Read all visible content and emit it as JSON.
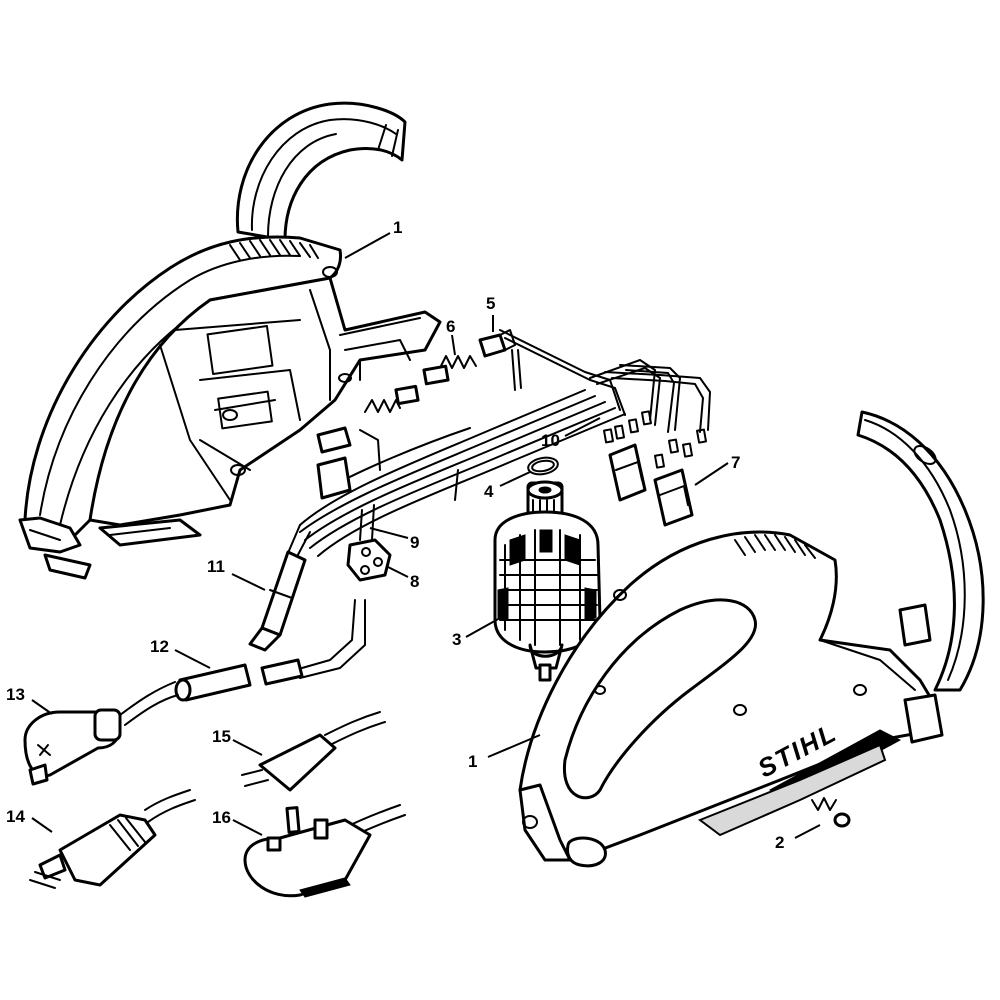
{
  "brand": "STIHL",
  "callouts": [
    {
      "id": "c1a",
      "label": "1"
    },
    {
      "id": "c1b",
      "label": "1"
    },
    {
      "id": "c2",
      "label": "2"
    },
    {
      "id": "c3",
      "label": "3"
    },
    {
      "id": "c4",
      "label": "4"
    },
    {
      "id": "c5",
      "label": "5"
    },
    {
      "id": "c6",
      "label": "6"
    },
    {
      "id": "c7",
      "label": "7"
    },
    {
      "id": "c8",
      "label": "8"
    },
    {
      "id": "c9",
      "label": "9"
    },
    {
      "id": "c10",
      "label": "10"
    },
    {
      "id": "c11",
      "label": "11"
    },
    {
      "id": "c12",
      "label": "12"
    },
    {
      "id": "c13",
      "label": "13"
    },
    {
      "id": "c14",
      "label": "14"
    },
    {
      "id": "c15",
      "label": "15"
    },
    {
      "id": "c16",
      "label": "16"
    }
  ]
}
